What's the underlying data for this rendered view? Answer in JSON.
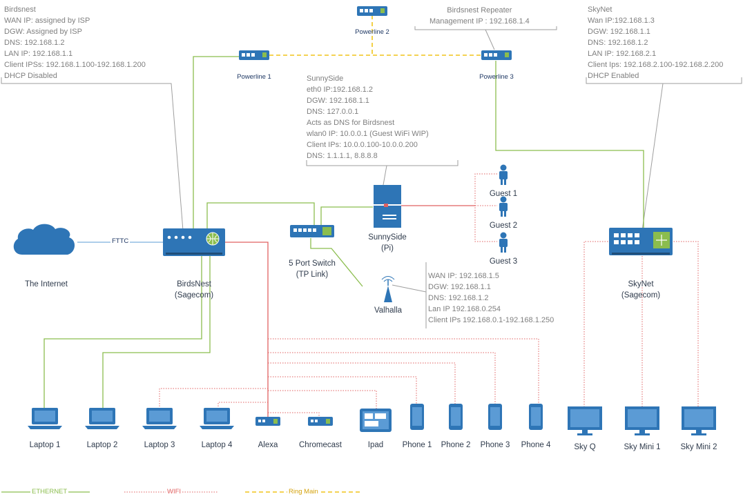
{
  "colors": {
    "ethernet": "#8bbd4e",
    "wifi": "#e06060",
    "ring_main": "#f0c419",
    "device_blue": "#2e75b6",
    "device_light": "#5b9bd5",
    "fttc_line": "#5b9bd5",
    "annotation_text": "#7f7f7f",
    "label_text": "#2f3b4c"
  },
  "annotations": {
    "birdsnest": [
      "Birdsnest",
      "WAN IP:  assigned by ISP",
      "DGW: Assigned by ISP",
      "DNS: 192.168.1.2",
      "LAN IP: 192.168.1.1",
      "Client IPSs: 192.168.1.100-192.168.1.200",
      "DHCP Disabled"
    ],
    "repeater": [
      "Birdsnest Repeater",
      "Management IP : 192.168.1.4"
    ],
    "skynet": [
      "SkyNet",
      "Wan IP:192.168.1.3",
      "DGW: 192.168.1.1",
      "DNS: 192.168.1.2",
      "LAN IP: 192.168.2.1",
      "Client Ips: 192.168.2.100-192.168.2.200",
      "DHCP Enabled"
    ],
    "sunnyside": [
      "SunnySide",
      "eth0 IP:192.168.1.2",
      "DGW: 192.168.1.1",
      "DNS: 127.0.0.1",
      "Acts as  DNS for Birdsnest",
      "wlan0 IP: 10.0.0.1 (Guest WiFi WIP)",
      "Client IPs: 10.0.0.100-10.0.0.200",
      "DNS: 1.1.1.1, 8.8.8.8"
    ],
    "valhalla": [
      "WAN IP: 192.168.1.5",
      "DGW: 192.168.1.1",
      "DNS: 192.168.1.2",
      "Lan IP 192.168.0.254",
      "Client IPs 192.168.0.1-192.168.1.250"
    ]
  },
  "nodes": {
    "internet": "The Internet",
    "fttc": "FTTC",
    "birdsnest_router": "BirdsNest\n(Sagecom)",
    "switch": "5 Port Switch\n(TP Link)",
    "sunnyside_pi": "SunnySide\n(Pi)",
    "valhalla": "Valhalla",
    "skynet_router": "SkyNet\n(Sagecom)",
    "powerline1": "Powerline 1",
    "powerline2": "Powerline 2",
    "powerline3": "Powerline 3",
    "guest1": "Guest 1",
    "guest2": "Guest 2",
    "guest3": "Guest 3"
  },
  "clients": [
    "Laptop 1",
    "Laptop 2",
    "Laptop 3",
    "Laptop 4",
    "Alexa",
    "Chromecast",
    "Ipad",
    "Phone 1",
    "Phone 2",
    "Phone 3",
    "Phone 4",
    "Sky Q",
    "Sky Mini 1",
    "Sky Mini 2"
  ],
  "legend": {
    "ethernet": "ETHERNET",
    "wifi": "WIFI",
    "ring_main": "Ring Main"
  }
}
